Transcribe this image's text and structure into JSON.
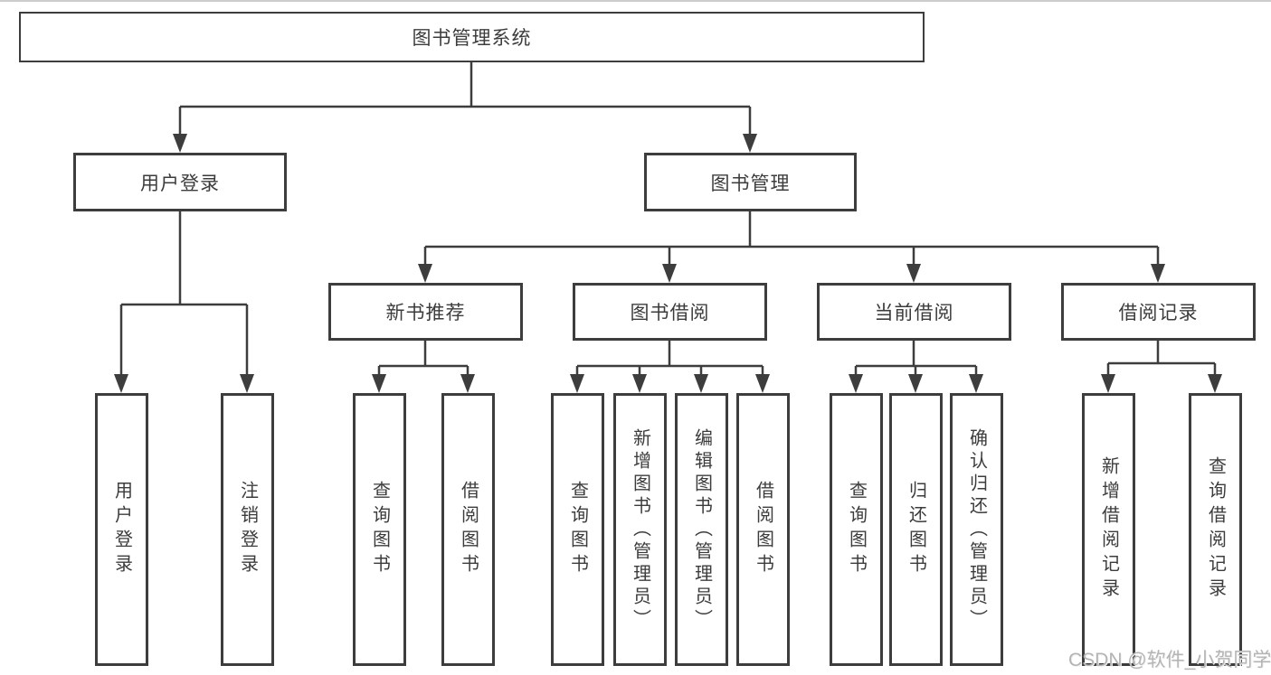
{
  "colors": {
    "line": "#3d3d3d",
    "text": "#3c3c3c",
    "watermark": "#b4b4b4"
  },
  "tree": {
    "root": "图书管理系统",
    "login_branch": {
      "label": "用户登录",
      "children": [
        "用户登录",
        "注销登录"
      ]
    },
    "mgmt_branch": {
      "label": "图书管理",
      "groups": [
        {
          "label": "新书推荐",
          "children": [
            "查询图书",
            "借阅图书"
          ]
        },
        {
          "label": "图书借阅",
          "children": [
            "查询图书",
            "新增图书（管理员）",
            "编辑图书（管理员）",
            "借阅图书"
          ]
        },
        {
          "label": "当前借阅",
          "children": [
            "查询图书",
            "归还图书",
            "确认归还（管理员）"
          ]
        },
        {
          "label": "借阅记录",
          "children": [
            "新增借阅记录",
            "查询借阅记录"
          ]
        }
      ]
    }
  },
  "watermark": "CSDN @软件_小贺同学"
}
